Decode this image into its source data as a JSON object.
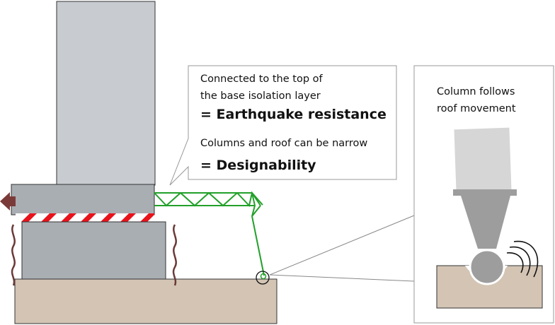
{
  "callout": {
    "line1": "Connected to the top of",
    "line2": "the base isolation layer",
    "heading1": "= Earthquake resistance",
    "line3": "Columns and roof can be narrow",
    "heading2": "= Designability"
  },
  "detail": {
    "line1": "Column follows",
    "line2": "roof movement"
  },
  "colors": {
    "building": "#c8ccd0",
    "isolation_slab": "#a9aeb3",
    "ground": "#d3c4b4",
    "truss": "#22a02a",
    "isolator_stripe": "#e8121b",
    "seismic_wave": "#6b3a38",
    "detail_column": "#9d9d9d",
    "detail_column_top": "#d6d6d6"
  },
  "icons": [
    "movement-arrow-icon",
    "seismic-wave-icon",
    "pivot-joint-icon",
    "vibration-wave-icon"
  ]
}
